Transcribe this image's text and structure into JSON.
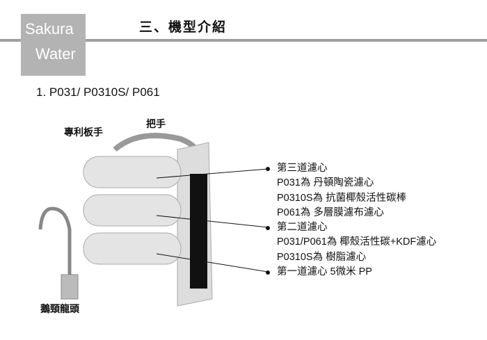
{
  "logo": {
    "line1": "Sakura",
    "line2": "Water"
  },
  "title": "三、機型介紹",
  "model_heading": "1.  P031/ P0310S/ P061",
  "labels": {
    "wrench": "專利板手",
    "handle": "把手",
    "faucet": "鵝頸龍頭"
  },
  "descriptions": [
    {
      "text": "第三道濾心",
      "bullet": true
    },
    {
      "text": "P031為 丹頓陶瓷濾心",
      "bullet": false
    },
    {
      "text": "P0310S為 抗菌椰殼活性碳棒",
      "bullet": false
    },
    {
      "text": "P061為 多層膜濾布濾心",
      "bullet": false
    },
    {
      "text": "第二道濾心",
      "bullet": true
    },
    {
      "text": "P031/P061為 椰殼活性碳+KDF濾心",
      "bullet": false
    },
    {
      "text": "P0310S為 樹脂濾心",
      "bullet": false
    },
    {
      "text": "第一道濾心 5微米 PP",
      "bullet": true
    }
  ]
}
